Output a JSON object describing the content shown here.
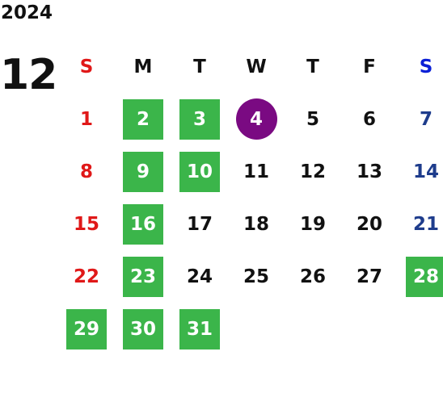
{
  "calendar": {
    "year": "2024",
    "month": "12",
    "weekdays": [
      "S",
      "M",
      "T",
      "W",
      "T",
      "F",
      "S"
    ],
    "weekday_colors": [
      "#e01818",
      "#111111",
      "#111111",
      "#111111",
      "#111111",
      "#111111",
      "#0a1fd6"
    ],
    "colors": {
      "sunday": "#e01818",
      "saturday": "#1e3c8c",
      "weekday": "#111111",
      "highlight_bg": "#3bb54a",
      "today_bg": "#7a0a82",
      "highlight_text": "#ffffff"
    },
    "first_weekday_index": 0,
    "days": [
      {
        "day": "1",
        "style": "none"
      },
      {
        "day": "2",
        "style": "green"
      },
      {
        "day": "3",
        "style": "green"
      },
      {
        "day": "4",
        "style": "today"
      },
      {
        "day": "5",
        "style": "none"
      },
      {
        "day": "6",
        "style": "none"
      },
      {
        "day": "7",
        "style": "none"
      },
      {
        "day": "8",
        "style": "none"
      },
      {
        "day": "9",
        "style": "green"
      },
      {
        "day": "10",
        "style": "green"
      },
      {
        "day": "11",
        "style": "none"
      },
      {
        "day": "12",
        "style": "none"
      },
      {
        "day": "13",
        "style": "none"
      },
      {
        "day": "14",
        "style": "none"
      },
      {
        "day": "15",
        "style": "none"
      },
      {
        "day": "16",
        "style": "green"
      },
      {
        "day": "17",
        "style": "none"
      },
      {
        "day": "18",
        "style": "none"
      },
      {
        "day": "19",
        "style": "none"
      },
      {
        "day": "20",
        "style": "none"
      },
      {
        "day": "21",
        "style": "none"
      },
      {
        "day": "22",
        "style": "none"
      },
      {
        "day": "23",
        "style": "green"
      },
      {
        "day": "24",
        "style": "none"
      },
      {
        "day": "25",
        "style": "none"
      },
      {
        "day": "26",
        "style": "none"
      },
      {
        "day": "27",
        "style": "none"
      },
      {
        "day": "28",
        "style": "green"
      },
      {
        "day": "29",
        "style": "green"
      },
      {
        "day": "30",
        "style": "green"
      },
      {
        "day": "31",
        "style": "green"
      }
    ]
  }
}
